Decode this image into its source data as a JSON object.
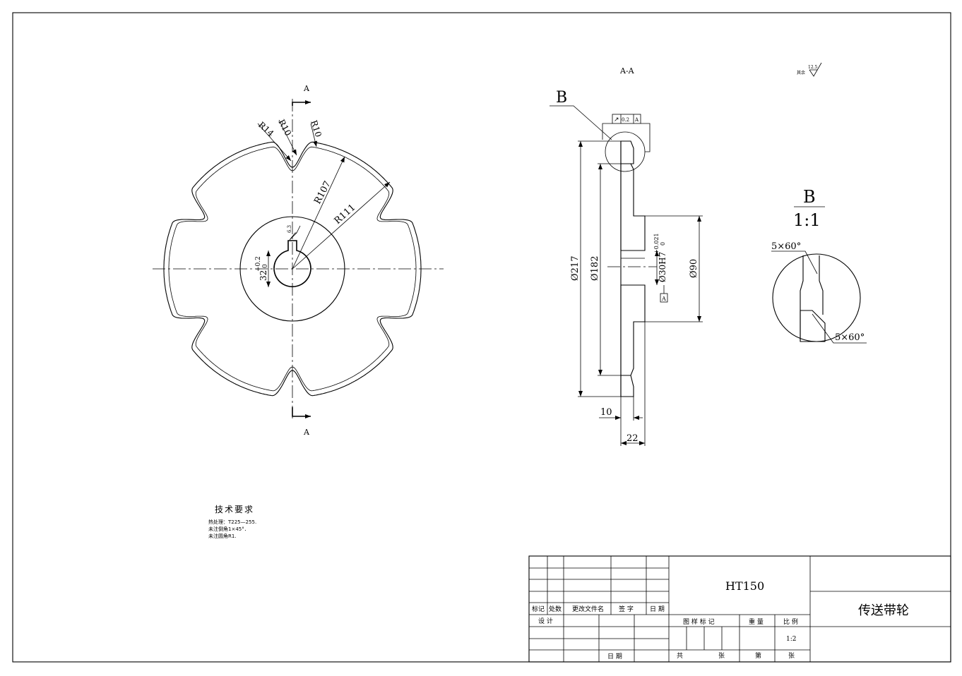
{
  "front_view": {
    "section_label_top": "A",
    "section_label_bottom": "A",
    "radius_labels": [
      "R14",
      "R10",
      "R10",
      "R107",
      "R111"
    ],
    "bore_dim": "32",
    "bore_tol_upper": "+0.2",
    "bore_tol_lower": "0",
    "roughness_value": "6.3"
  },
  "section_view": {
    "title": "A-A",
    "detail_callout": "B",
    "runout_symbol": "↗",
    "runout_tol": "0.2",
    "runout_datum": "A",
    "dim_outer": "Ø217",
    "dim_mid": "Ø182",
    "dim_bore": "Ø30H7",
    "dim_bore_tol_upper": "+0.021",
    "dim_bore_tol_lower": "0",
    "dim_hub": "Ø90",
    "dim_rim_width": "10",
    "dim_hub_width": "22",
    "datum_label": "A"
  },
  "detail_view": {
    "label": "B",
    "scale": "1:1",
    "chamfer_top": "5×60°",
    "chamfer_bottom": "5×60°"
  },
  "roughness_note": {
    "prefix": "其余",
    "value": "12.5"
  },
  "tech_req": {
    "title": "技术要求",
    "lines": [
      "热处理：T225—255.",
      "未注倒角1×45°．",
      "未注圆角R1."
    ]
  },
  "title_block": {
    "material": "HT150",
    "part_name": "传送带轮",
    "rev_headers": [
      "标记",
      "处数",
      "更改文件名",
      "签 字",
      "日 期"
    ],
    "design": "设 计",
    "date": "日 期",
    "attr_headers": [
      "图 样 标 记",
      "重 量",
      "比 例"
    ],
    "scale_value": "1:2",
    "sheet_total": "共",
    "sheet_unit": "张",
    "sheet_num": "第",
    "sheet_unit2": "张"
  }
}
